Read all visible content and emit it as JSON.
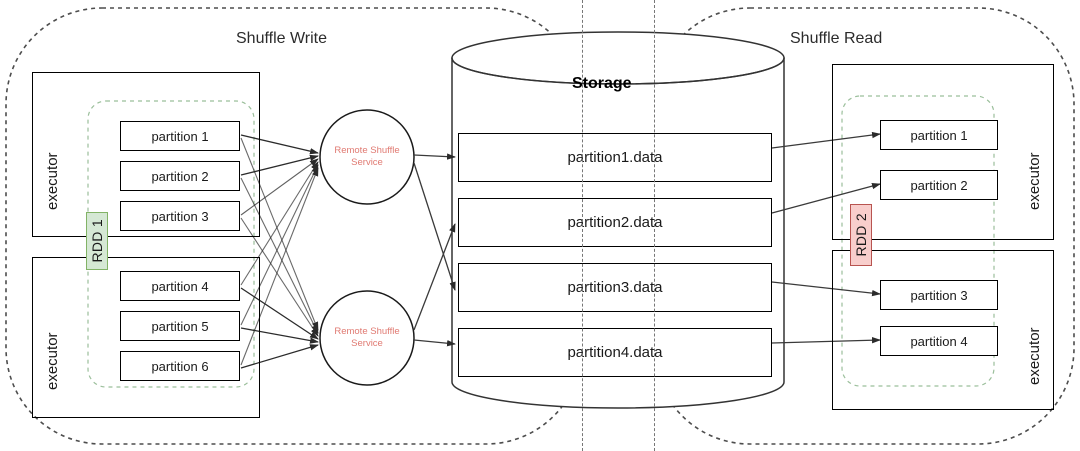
{
  "diagram": {
    "title_write": "Shuffle Write",
    "title_read": "Shuffle Read",
    "storage_title": "Storage"
  },
  "colors": {
    "rdd1_fill": "#d5e8d4",
    "rdd1_stroke": "#82b366",
    "rdd2_fill": "#f8cecc",
    "rdd2_stroke": "#b85450",
    "rss_text": "#e07a72",
    "stroke": "#000000",
    "dashed_region": "#9bbf9b",
    "outer_boundary": "#555555"
  },
  "write_side": {
    "rdd_label": "RDD 1",
    "executors": [
      {
        "label": "executor",
        "partitions": [
          "partition 1",
          "partition 2",
          "partition 3"
        ]
      },
      {
        "label": "executor",
        "partitions": [
          "partition 4",
          "partition 5",
          "partition 6"
        ]
      }
    ]
  },
  "shuffle_services": [
    {
      "line1": "Remote Shuffle",
      "line2": "Service"
    },
    {
      "line1": "Remote Shuffle",
      "line2": "Service"
    }
  ],
  "storage": {
    "title": "Storage",
    "files": [
      "partition1.data",
      "partition2.data",
      "partition3.data",
      "partition4.data"
    ]
  },
  "read_side": {
    "rdd_label": "RDD 2",
    "executors": [
      {
        "label": "executor",
        "partitions": [
          "partition 1",
          "partition 2"
        ]
      },
      {
        "label": "executor",
        "partitions": [
          "partition 3",
          "partition 4"
        ]
      }
    ]
  }
}
